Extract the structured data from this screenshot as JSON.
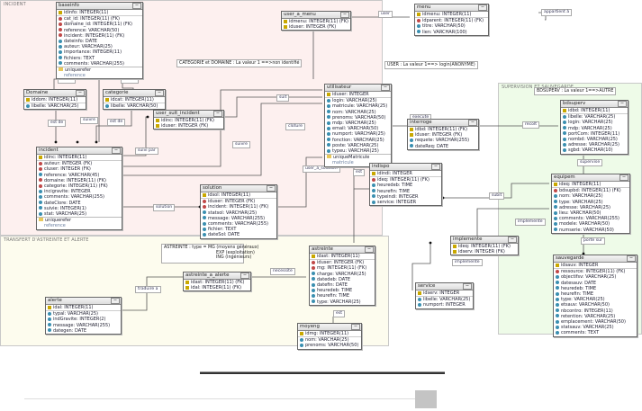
{
  "regions": {
    "incident": "INCIDENT",
    "astreinte": "TRANSFERT D'ASTREINTE ET ALERTE",
    "supervision": "SUPERVISION ET SAUVEGARDE"
  },
  "notes": {
    "categorie": "CATEGORIE et DOMAINE : La valeur 1 ==>non identifié",
    "user": "USER : La valeur 1==> login(ANONYME)",
    "bdsuperv": "BDSUPERV : La valeur 1==>AUTRE",
    "astreinte_l1": "ASTREINTE : type =   MG (moyens généraux)",
    "astreinte_l2": "EXP (exploitation)",
    "astreinte_l3": "ING (ingénieurs)"
  },
  "tables": {
    "baseinfo": {
      "name": "baseinfo",
      "rows": [
        {
          "k": "pk",
          "t": "idinfo: INTEGER(11)"
        },
        {
          "k": "fk",
          "t": "cat_id: INTEGER(11) (FK)"
        },
        {
          "k": "fk",
          "t": "domaine_id: INTEGER(11) (FK)"
        },
        {
          "k": "fk",
          "t": "reference: VARCHAR(50)"
        },
        {
          "k": "fk",
          "t": "incident: INTEGER(11) (FK)"
        },
        {
          "k": "at",
          "t": "dateinfo: DATE"
        },
        {
          "k": "at",
          "t": "auteur: VARCHAR(25)"
        },
        {
          "k": "at",
          "t": "importance: INTEGER(11)"
        },
        {
          "k": "at",
          "t": "fichiers: TEXT"
        },
        {
          "k": "at",
          "t": "comments: VARCHAR(255)"
        }
      ],
      "index": "uniquerefer",
      "index_field": "reference"
    },
    "domaine": {
      "name": "Domaine",
      "rows": [
        {
          "k": "pk",
          "t": "iddom: INTEGER(11)"
        },
        {
          "k": "at",
          "t": "libelle: VARCHAR(25)"
        }
      ]
    },
    "categorie": {
      "name": "categorie",
      "rows": [
        {
          "k": "pk",
          "t": "idcat: INTEGER(11)"
        },
        {
          "k": "at",
          "t": "libelle: VARCHAR(50)"
        }
      ]
    },
    "user_suit_incident": {
      "name": "user_suit_incident",
      "rows": [
        {
          "k": "pk",
          "t": "idinc: INTEGER(11) (FK)"
        },
        {
          "k": "pk",
          "t": "iduser: INTEGER (FK)"
        }
      ]
    },
    "incident": {
      "name": "incident",
      "rows": [
        {
          "k": "pk",
          "t": "idinc: INTEGER(11)"
        },
        {
          "k": "fk",
          "t": "auteur: INTEGER (FK)"
        },
        {
          "k": "fk",
          "t": "cluser: INTEGER (FK)"
        },
        {
          "k": "at",
          "t": "reference: VARCHAR(45)"
        },
        {
          "k": "fk",
          "t": "domaine: INTEGER(11) (FK)"
        },
        {
          "k": "fk",
          "t": "categorie: INTEGER(11) (FK)"
        },
        {
          "k": "at",
          "t": "incigravite: INTEGER"
        },
        {
          "k": "at",
          "t": "comments: VARCHAR(255)"
        },
        {
          "k": "at",
          "t": "dateClore: DATE"
        },
        {
          "k": "at",
          "t": "suivie: INTEGER(1)"
        },
        {
          "k": "at",
          "t": "stat: VARCHAR(25)"
        }
      ],
      "index": "uniquerefer",
      "index_field": "reference"
    },
    "user_a_menu": {
      "name": "user_a_menu",
      "rows": [
        {
          "k": "pk",
          "t": "idmenu: INTEGER(11) (FK)"
        },
        {
          "k": "pk",
          "t": "iduser: INTEGER (FK)"
        }
      ]
    },
    "menu": {
      "name": "menu",
      "rows": [
        {
          "k": "pk",
          "t": "idmenu: INTEGER(11)"
        },
        {
          "k": "fk",
          "t": "idparent: INTEGER(11) (FK)"
        },
        {
          "k": "at",
          "t": "titre: VARCHAR(50)"
        },
        {
          "k": "at",
          "t": "lien: VARCHAR(100)"
        }
      ]
    },
    "utilisateur": {
      "name": "utilisateur",
      "rows": [
        {
          "k": "pk",
          "t": "iduser: INTEGER"
        },
        {
          "k": "at",
          "t": "login: VARCHAR(25)"
        },
        {
          "k": "at",
          "t": "matricule: VARCHAR(25)"
        },
        {
          "k": "at",
          "t": "nom: VARCHAR(25)"
        },
        {
          "k": "at",
          "t": "prenoms: VARCHAR(50)"
        },
        {
          "k": "at",
          "t": "mdp: VARCHAR(25)"
        },
        {
          "k": "at",
          "t": "email: VARCHAR(50)"
        },
        {
          "k": "at",
          "t": "numport: VARCHAR(25)"
        },
        {
          "k": "at",
          "t": "fonction: VARCHAR(25)"
        },
        {
          "k": "at",
          "t": "poste: VARCHAR(25)"
        },
        {
          "k": "at",
          "t": "typeu: VARCHAR(25)"
        }
      ],
      "index": "uniqueMatricule",
      "index_field": "matricule"
    },
    "interroge": {
      "name": "interroge",
      "rows": [
        {
          "k": "pk",
          "t": "idbd: INTEGER(11) (FK)"
        },
        {
          "k": "pk",
          "t": "iduser: INTEGER (FK)"
        },
        {
          "k": "at",
          "t": "requete: VARCHAR(255)"
        },
        {
          "k": "at",
          "t": "dateReq: DATE"
        }
      ]
    },
    "bdsuperv": {
      "name": "bdsuperv",
      "rows": [
        {
          "k": "pk",
          "t": "idbd: INTEGER(11)"
        },
        {
          "k": "at",
          "t": "libelle: VARCHAR(25)"
        },
        {
          "k": "at",
          "t": "login: VARCHAR(25)"
        },
        {
          "k": "at",
          "t": "mdp: VARCHAR(25)"
        },
        {
          "k": "at",
          "t": "portCom: INTEGER(11)"
        },
        {
          "k": "at",
          "t": "nombd: VARCHAR(25)"
        },
        {
          "k": "at",
          "t": "adresse: VARCHAR(25)"
        },
        {
          "k": "at",
          "t": "sgbd: VARCHAR(10)"
        }
      ]
    },
    "equipem": {
      "name": "equipem",
      "rows": [
        {
          "k": "pk",
          "t": "ideq: INTEGER(11)"
        },
        {
          "k": "fk",
          "t": "bdsupbd: INTEGER(11) (FK)"
        },
        {
          "k": "at",
          "t": "nom: VARCHAR(25)"
        },
        {
          "k": "at",
          "t": "type: VARCHAR(25)"
        },
        {
          "k": "at",
          "t": "adresse: VARCHAR(25)"
        },
        {
          "k": "at",
          "t": "lieu: VARCHAR(50)"
        },
        {
          "k": "at",
          "t": "comments: VARCHAR(255)"
        },
        {
          "k": "at",
          "t": "modele: VARCHAR(50)"
        },
        {
          "k": "at",
          "t": "numserie: VARCHAR(50)"
        }
      ]
    },
    "sauvegarde": {
      "name": "sauvegarde",
      "rows": [
        {
          "k": "pk",
          "t": "idsauv: INTEGER"
        },
        {
          "k": "fk",
          "t": "ressource: INTEGER(11) (FK)"
        },
        {
          "k": "at",
          "t": "objectifsv: VARCHAR(25)"
        },
        {
          "k": "at",
          "t": "datesauv: DATE"
        },
        {
          "k": "at",
          "t": "heuredeb: TIME"
        },
        {
          "k": "at",
          "t": "heurefin: TIME"
        },
        {
          "k": "at",
          "t": "type: VARCHAR(25)"
        },
        {
          "k": "at",
          "t": "etsauv: VARCHAR(50)"
        },
        {
          "k": "at",
          "t": "nbcontro: INTEGER(11)"
        },
        {
          "k": "at",
          "t": "retention: VARCHAR(25)"
        },
        {
          "k": "at",
          "t": "emplacement: VARCHAR(50)"
        },
        {
          "k": "at",
          "t": "statsauv: VARCHAR(25)"
        },
        {
          "k": "at",
          "t": "comments: TEXT"
        }
      ]
    },
    "indispo": {
      "name": "indispo",
      "rows": [
        {
          "k": "pk",
          "t": "idindi: INTEGER"
        },
        {
          "k": "fk",
          "t": "ideq: INTEGER(11) (FK)"
        },
        {
          "k": "at",
          "t": "heuredeb: TIME"
        },
        {
          "k": "at",
          "t": "heurefin: TIME"
        },
        {
          "k": "at",
          "t": "typeindi: INTEGER"
        },
        {
          "k": "at",
          "t": "service: INTEGER"
        }
      ]
    },
    "implemente": {
      "name": "implemente",
      "rows": [
        {
          "k": "pk",
          "t": "ideq: INTEGER(11) (FK)"
        },
        {
          "k": "pk",
          "t": "idserv: INTEGER (FK)"
        }
      ]
    },
    "service": {
      "name": "service",
      "rows": [
        {
          "k": "pk",
          "t": "idserv: INTEGER"
        },
        {
          "k": "at",
          "t": "libelle: VARCHAR(25)"
        },
        {
          "k": "at",
          "t": "numport: INTEGER"
        }
      ]
    },
    "solution": {
      "name": "solution",
      "rows": [
        {
          "k": "pk",
          "t": "idsol: INTEGER(11)"
        },
        {
          "k": "fk",
          "t": "iduser: INTEGER (FK)"
        },
        {
          "k": "fk",
          "t": "incident: INTEGER(11) (FK)"
        },
        {
          "k": "at",
          "t": "statsol: VARCHAR(25)"
        },
        {
          "k": "at",
          "t": "message: VARCHAR(255)"
        },
        {
          "k": "at",
          "t": "comments: VARCHAR(255)"
        },
        {
          "k": "at",
          "t": "fichier: TEXT"
        },
        {
          "k": "at",
          "t": "dateSol: DATE"
        }
      ]
    },
    "astreinte_a_alerte": {
      "name": "astreinte_a_alerte",
      "rows": [
        {
          "k": "pk",
          "t": "idast: INTEGER(11) (FK)"
        },
        {
          "k": "pk",
          "t": "idal: INTEGER(11) (FK)"
        }
      ]
    },
    "alerte": {
      "name": "alerte",
      "rows": [
        {
          "k": "pk",
          "t": "idal: INTEGER(11)"
        },
        {
          "k": "at",
          "t": "typal: VARCHAR(25)"
        },
        {
          "k": "at",
          "t": "indGravite: INTEGER(2)"
        },
        {
          "k": "at",
          "t": "message: VARCHAR(255)"
        },
        {
          "k": "at",
          "t": "dategen: DATE"
        }
      ]
    },
    "astreinte": {
      "name": "astreinte",
      "rows": [
        {
          "k": "pk",
          "t": "idast: INTEGER(11)"
        },
        {
          "k": "fk",
          "t": "iduser: INTEGER (FK)"
        },
        {
          "k": "fk",
          "t": "mg: INTEGER(11) (FK)"
        },
        {
          "k": "at",
          "t": "charge: VARCHAR(25)"
        },
        {
          "k": "at",
          "t": "datedeb: DATE"
        },
        {
          "k": "at",
          "t": "datefin: DATE"
        },
        {
          "k": "at",
          "t": "heuredeb: TIME"
        },
        {
          "k": "at",
          "t": "heurefin: TIME"
        },
        {
          "k": "at",
          "t": "type: VARCHAR(25)"
        }
      ]
    },
    "moyeng": {
      "name": "moyeng",
      "rows": [
        {
          "k": "pk",
          "t": "idmg: INTEGER(11)"
        },
        {
          "k": "at",
          "t": "nom: VARCHAR(25)"
        },
        {
          "k": "at",
          "t": "prenoms: VARCHAR(50)"
        }
      ]
    }
  },
  "relations": {
    "est_de_1": "est de",
    "est_de_2": "est de",
    "est_de_3": "est de",
    "est_de_4": "est de",
    "suivre": "suivre",
    "suivi_par": "suivi par",
    "suivre_2": "suivre",
    "solution": "solution",
    "suit": "suit",
    "cloture": "cloture",
    "user": "user",
    "appartient_a": "appartient à",
    "execute": "execute",
    "user_a_solution": "user_a_solution",
    "est_5": "est",
    "recolt": "recolt",
    "supervise": "supervise",
    "subit": "subit",
    "implemente_1": "implemente",
    "implemente_2": "implemente",
    "porte_sur": "porte sur",
    "traduire_a": "traduire a",
    "necessite": "necessite",
    "est_6": "est"
  }
}
